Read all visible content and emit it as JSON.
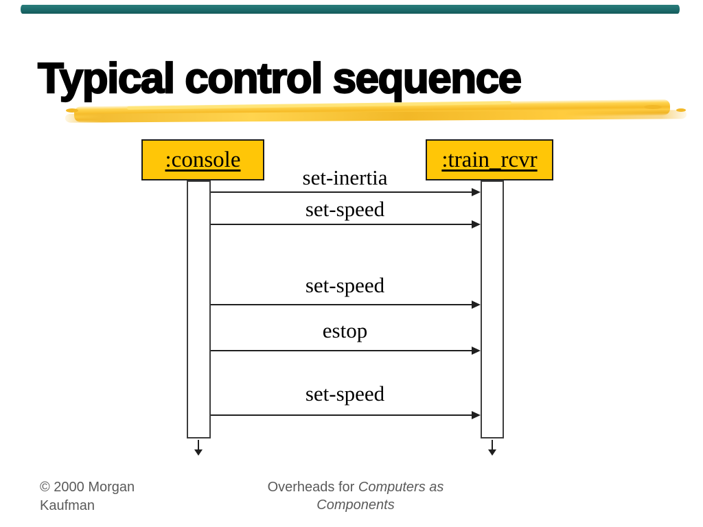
{
  "slide": {
    "title": "Typical control sequence",
    "colors": {
      "top_bar": "#1E6C6C",
      "top_bar_light": "#2A7D7B",
      "actor_fill": "#FFC607",
      "swash_gold": "#F6BB27",
      "footer_text": "#5A5A5A"
    }
  },
  "diagram": {
    "type": "uml-sequence",
    "actors": [
      {
        "id": "console",
        "label": ":console"
      },
      {
        "id": "train_rcvr",
        "label": ":train_rcvr"
      }
    ],
    "messages": [
      {
        "label": "set-inertia",
        "from": ":console",
        "to": ":train_rcvr"
      },
      {
        "label": "set-speed",
        "from": ":console",
        "to": ":train_rcvr"
      },
      {
        "label": "set-speed",
        "from": ":console",
        "to": ":train_rcvr"
      },
      {
        "label": "estop",
        "from": ":console",
        "to": ":train_rcvr"
      },
      {
        "label": "set-speed",
        "from": ":console",
        "to": ":train_rcvr"
      }
    ]
  },
  "footer": {
    "copyright_line1": "© 2000 Morgan",
    "copyright_line2": "Kaufman",
    "center_regular": "Overheads for",
    "center_italic_line1": "Computers as",
    "center_italic_line2": "Components"
  }
}
